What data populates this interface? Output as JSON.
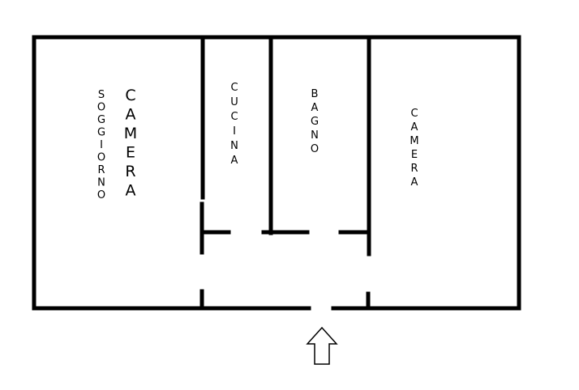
{
  "rooms": {
    "soggiorno": "SOGGIORNO",
    "camera_left": "CAMERA",
    "cucina": "CUCINA",
    "bagno": "BAGNO",
    "camera_right": "CAMERA"
  },
  "entrance": {
    "icon": "up-arrow-icon"
  }
}
